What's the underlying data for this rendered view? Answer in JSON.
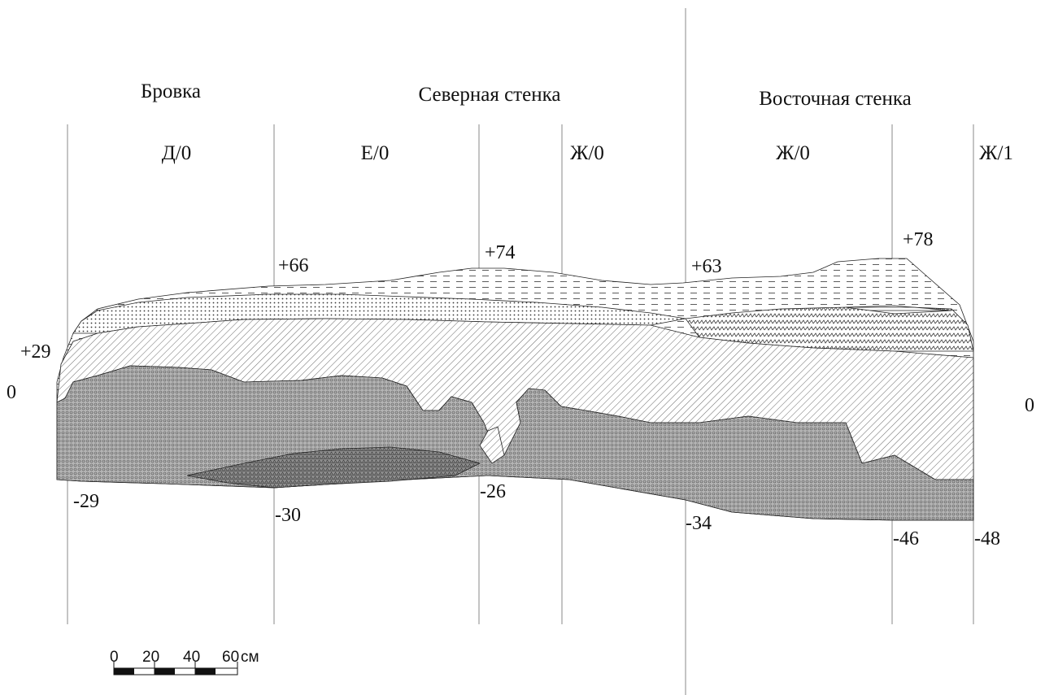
{
  "sections": {
    "brovka": "Бровка",
    "north_wall": "Северная стенка",
    "east_wall": "Восточная стенка"
  },
  "squares": [
    "Д/0",
    "Е/0",
    "Ж/0",
    "Ж/0",
    "Ж/1"
  ],
  "marks": {
    "p29": "+29",
    "p66": "+66",
    "p74": "+74",
    "p63": "+63",
    "p78": "+78",
    "zero_left": "0",
    "zero_right": "0",
    "m29": "-29",
    "m30": "-30",
    "m26": "-26",
    "m34": "-34",
    "m46": "-46",
    "m48": "-48"
  },
  "scale": {
    "ticks": [
      "0",
      "20",
      "40",
      "60"
    ],
    "unit": "см"
  },
  "colors": {
    "line": "#222222",
    "grid": "#888888",
    "fill_dark": "#9a9a9a"
  }
}
